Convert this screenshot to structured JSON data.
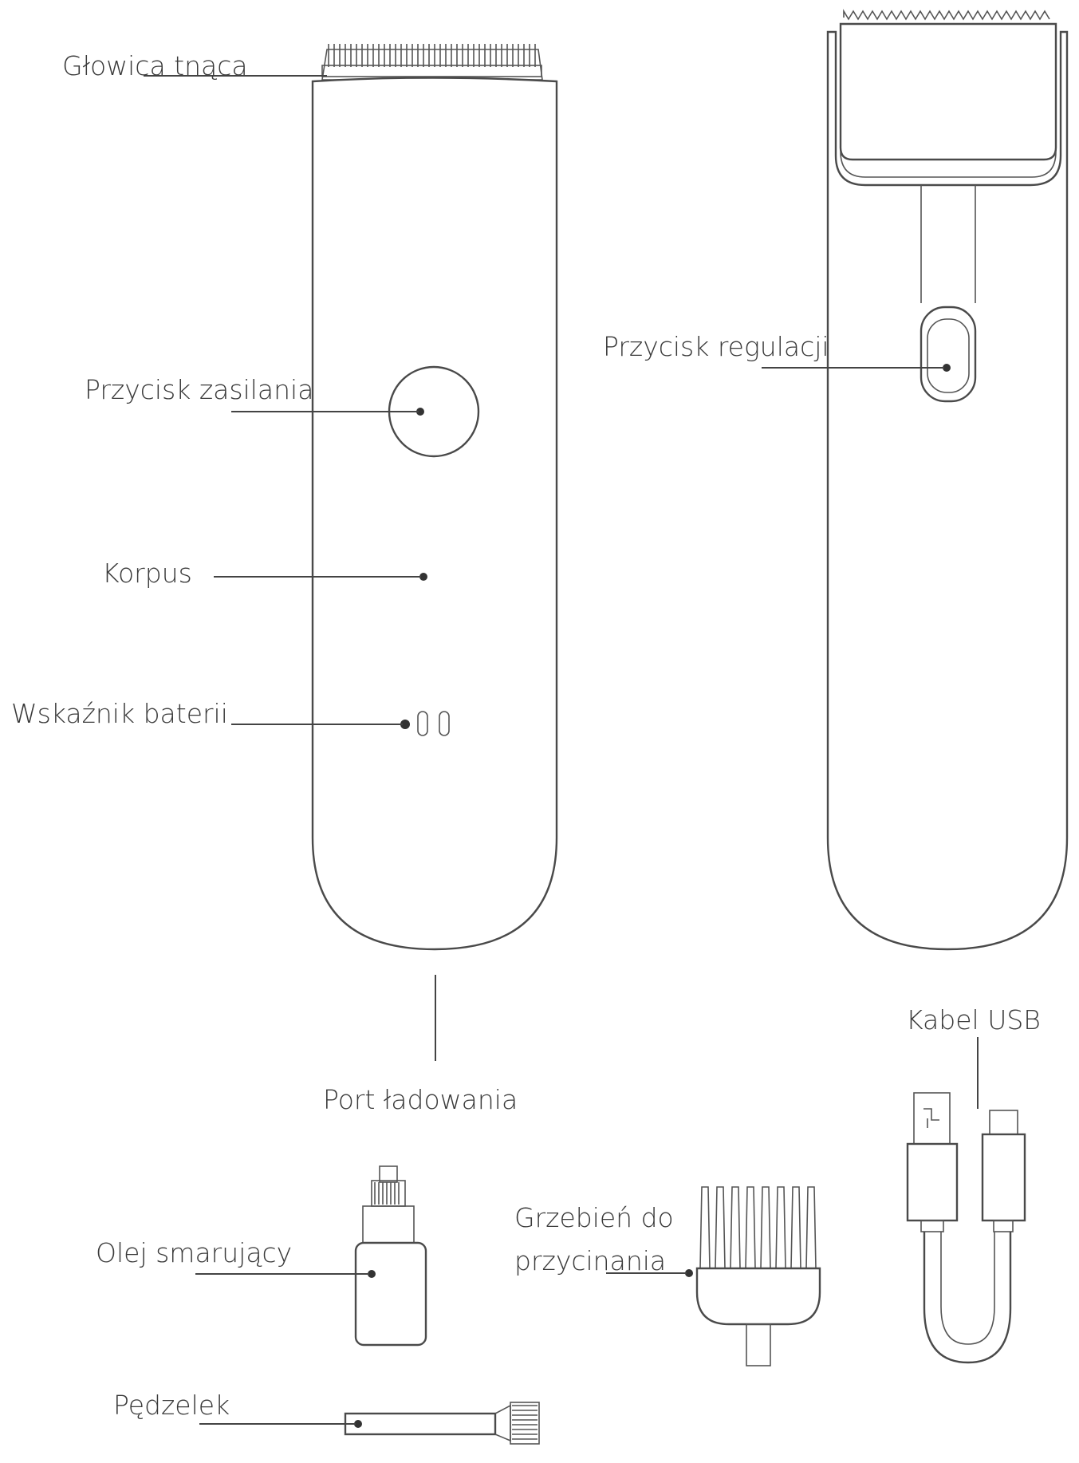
{
  "labels": {
    "cutting_head": "Głowica tnąca",
    "power_button": "Przycisk zasilania",
    "body": "Korpus",
    "battery_indicator": "Wskaźnik baterii",
    "adjust_button": "Przycisk regulacji",
    "charging_port": "Port ładowania",
    "usb_cable": "Kabel USB",
    "oil": "Olej smarujący",
    "comb_line1": "Grzebień do",
    "comb_line2": "przycinania",
    "brush": "Pędzelek"
  }
}
